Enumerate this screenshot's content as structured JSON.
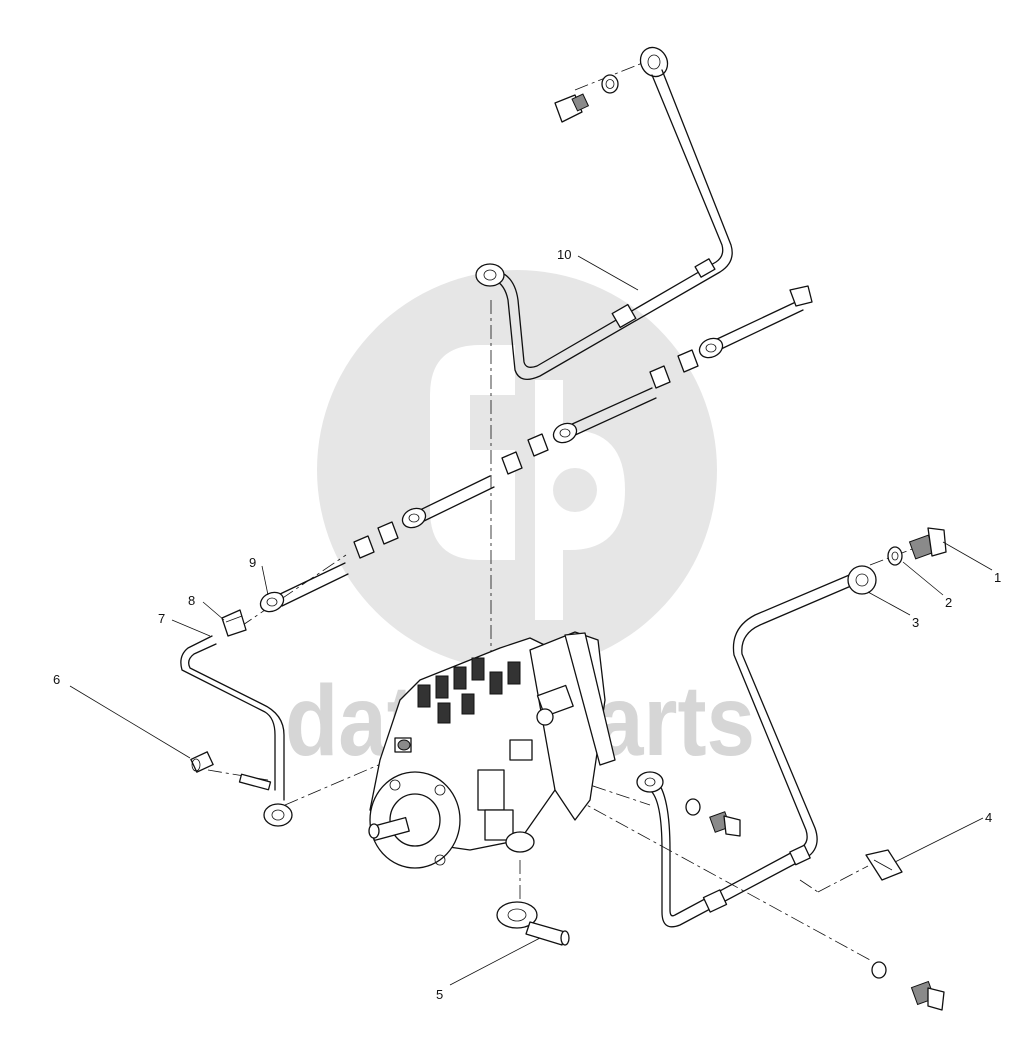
{
  "watermark": {
    "text": "datamparts",
    "logo_icon": "dp-logo-icon",
    "color": "#d6d6d6"
  },
  "callouts": [
    {
      "id": "1",
      "label": "1"
    },
    {
      "id": "2",
      "label": "2"
    },
    {
      "id": "3",
      "label": "3"
    },
    {
      "id": "4",
      "label": "4"
    },
    {
      "id": "5",
      "label": "5"
    },
    {
      "id": "6",
      "label": "6"
    },
    {
      "id": "7",
      "label": "7"
    },
    {
      "id": "8",
      "label": "8"
    },
    {
      "id": "9",
      "label": "9"
    },
    {
      "id": "10",
      "label": "10"
    }
  ],
  "colors": {
    "line": "#111111",
    "background": "#ffffff"
  }
}
